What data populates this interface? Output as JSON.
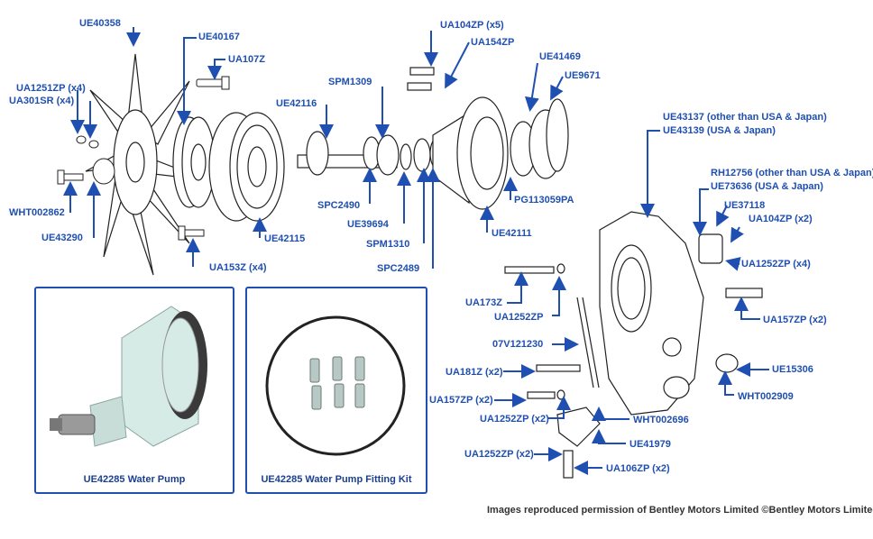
{
  "labels": {
    "ue40358": "UE40358",
    "ue40167": "UE40167",
    "ua107z": "UA107Z",
    "ua1251zp": "UA1251ZP (x4)",
    "ua301sr": "UA301SR (x4)",
    "wht002862": "WHT002862",
    "ue43290": "UE43290",
    "ua153z": "UA153Z (x4)",
    "ue42115": "UE42115",
    "ue42116": "UE42116",
    "spm1309": "SPM1309",
    "spc2490": "SPC2490",
    "ue39694": "UE39694",
    "spm1310": "SPM1310",
    "spc2489": "SPC2489",
    "ua104zp_x5": "UA104ZP (x5)",
    "ua154zp": "UA154ZP",
    "ue42111": "UE42111",
    "ue41469": "UE41469",
    "ue9671": "UE9671",
    "pg113059pa": "PG113059PA",
    "ue43137": "UE43137 (other than USA & Japan)",
    "ue43139": "UE43139 (USA & Japan)",
    "rh12756": "RH12756 (other than USA & Japan)",
    "ue73636": "UE73636 (USA & Japan)",
    "ue37118": "UE37118",
    "ua104zp_x2": "UA104ZP (x2)",
    "ua1252zp_x4": "UA1252ZP (x4)",
    "ua157zp_x2_right": "UA157ZP (x2)",
    "ua173z": "UA173Z",
    "ua1252zp": "UA1252ZP",
    "v07121230": "07V121230",
    "ua181z": "UA181Z (x2)",
    "ue15306": "UE15306",
    "wht002909": "WHT002909",
    "ua157zp_x2_left": "UA157ZP (x2)",
    "ua1252zp_x2_a": "UA1252ZP (x2)",
    "wht002696": "WHT002696",
    "ue41979": "UE41979",
    "ua1252zp_x2_b": "UA1252ZP (x2)",
    "ua106zp": "UA106ZP (x2)"
  },
  "boxes": {
    "pump_caption": "UE42285 Water Pump",
    "kit_caption": "UE42285 Water Pump Fitting Kit"
  },
  "credit": "Images reproduced permission of Bentley Motors Limited ©Bentley Motors Limited",
  "colors": {
    "label": "#1f4fb0",
    "pump_body": "#d7ebe6",
    "line": "#222222"
  }
}
